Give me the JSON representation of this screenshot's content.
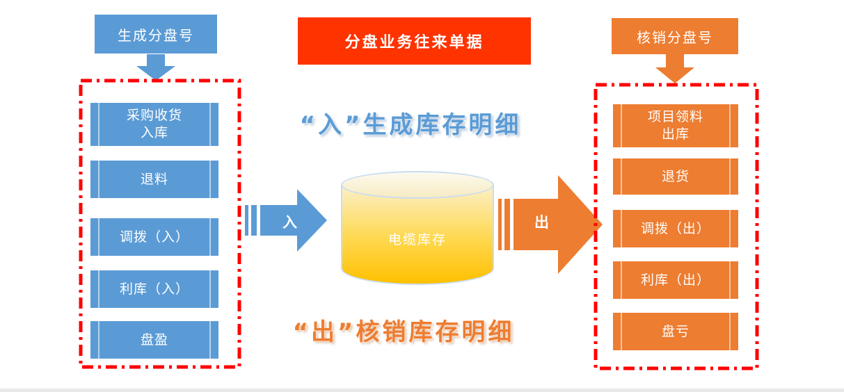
{
  "colors": {
    "blue": "#5B9BD5",
    "orange": "#ED7D31",
    "banner_red": "#FF3300",
    "dashed_red": "#FF0000",
    "cylinder_gold": "#FFC000"
  },
  "left_flow": {
    "header": "生成分盘号",
    "items": [
      {
        "label": "采购收货\n入库"
      },
      {
        "label": "退料"
      },
      {
        "label": "调拨（入）"
      },
      {
        "label": "利库（入）"
      },
      {
        "label": "盘盈"
      }
    ]
  },
  "center": {
    "banner": "分盘业务往来单据",
    "in_caption": "“入”生成库存明细",
    "out_caption": "“出”核销库存明细",
    "cylinder_label": "电缆库存",
    "in_arrow_label": "入",
    "out_arrow_label": "出"
  },
  "right_flow": {
    "header": "核销分盘号",
    "items": [
      {
        "label": "项目领料\n出库"
      },
      {
        "label": "退货"
      },
      {
        "label": "调拨（出）"
      },
      {
        "label": "利库（出）"
      },
      {
        "label": "盘亏"
      }
    ]
  }
}
